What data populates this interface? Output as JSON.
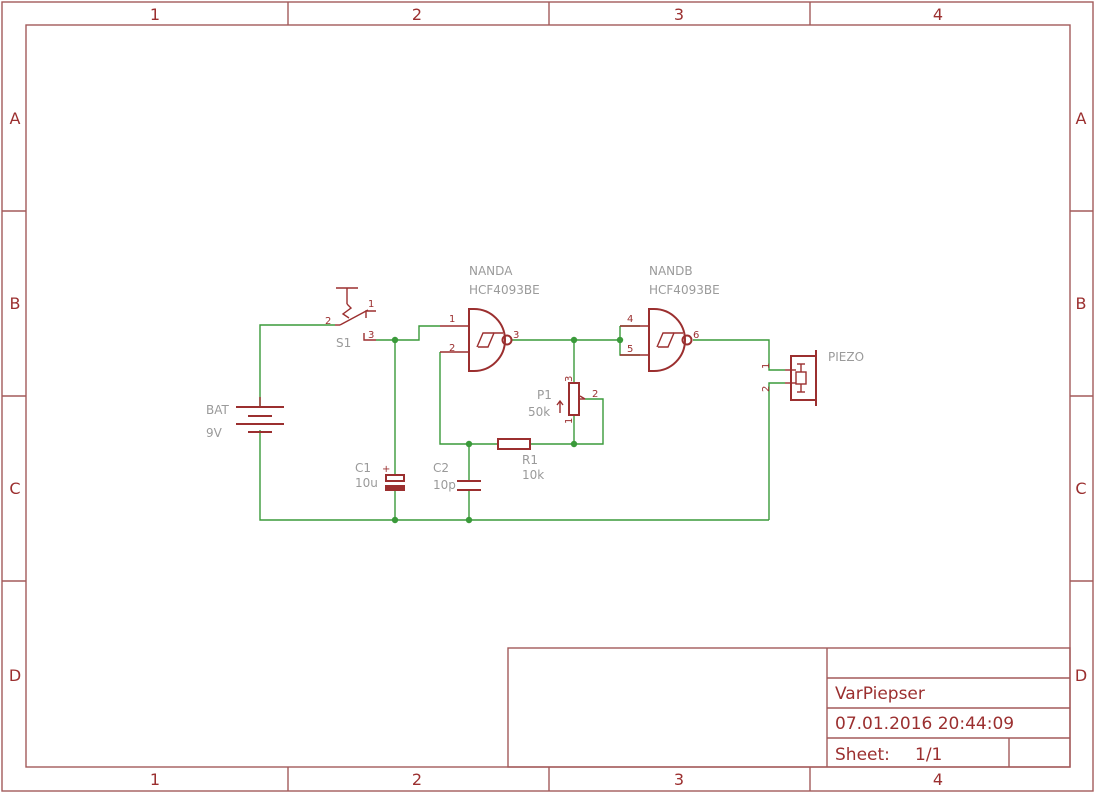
{
  "frame": {
    "columns": [
      "1",
      "2",
      "3",
      "4"
    ],
    "rows": [
      "A",
      "B",
      "C",
      "D"
    ]
  },
  "title_block": {
    "title": "VarPiepser",
    "date": "07.01.2016 20:44:09",
    "sheet_label": "Sheet:",
    "sheet_value": "1/1"
  },
  "components": {
    "bat": {
      "name": "BAT",
      "value": "9V"
    },
    "s1": {
      "name": "S1",
      "pins": [
        "1",
        "2",
        "3"
      ]
    },
    "c1": {
      "name": "C1",
      "value": "10u",
      "polarity": "+"
    },
    "c2": {
      "name": "C2",
      "value": "10p"
    },
    "nanda": {
      "name": "NANDA",
      "value": "HCF4093BE",
      "pins": [
        "1",
        "2",
        "3"
      ]
    },
    "nandb": {
      "name": "NANDB",
      "value": "HCF4093BE",
      "pins": [
        "4",
        "5",
        "6"
      ]
    },
    "p1": {
      "name": "P1",
      "value": "50k",
      "pins": [
        "1",
        "2",
        "3"
      ]
    },
    "r1": {
      "name": "R1",
      "value": "10k"
    },
    "piezo": {
      "name": "PIEZO",
      "pins": [
        "1",
        "2"
      ]
    }
  },
  "colors": {
    "frame": "#a35a5a",
    "symbol": "#9b2f2f",
    "wire": "#3a9a3a",
    "label": "#9a9a9a"
  }
}
